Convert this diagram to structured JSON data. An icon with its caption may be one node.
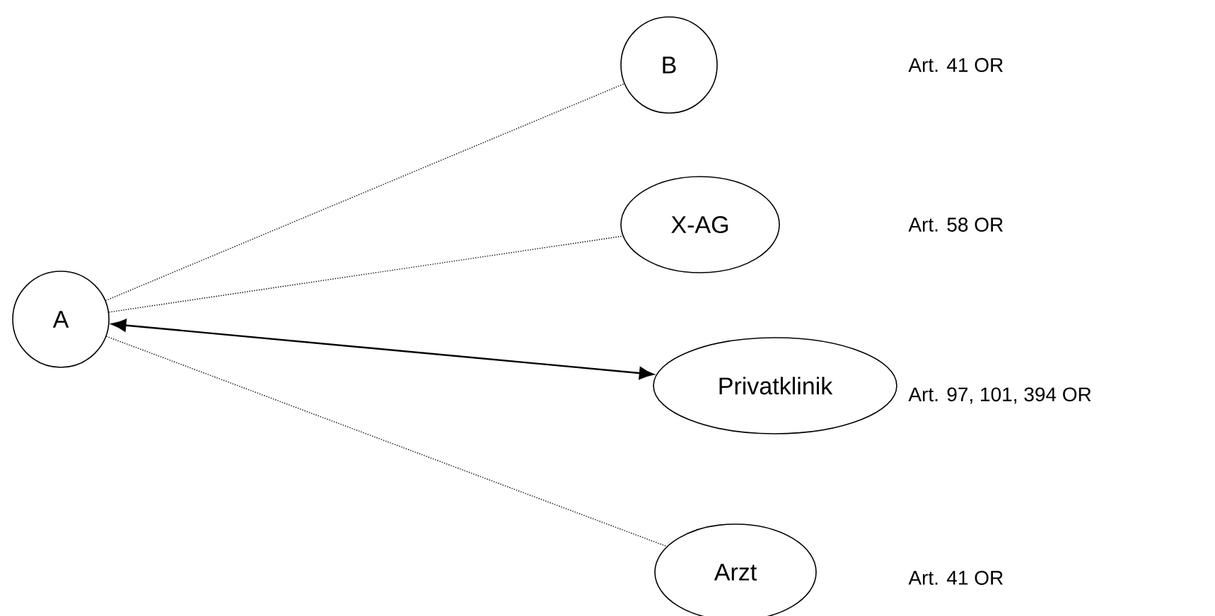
{
  "diagram": {
    "nodes": [
      {
        "text": [
          "A"
        ]
      },
      {
        "text": [
          "B"
        ]
      },
      {
        "text": [
          "X-AG"
        ]
      },
      {
        "text": [
          "Privatklinik"
        ]
      },
      {
        "text": [
          "Arzt"
        ]
      }
    ],
    "edges": [
      {
        "from": 0,
        "to": 1,
        "arrow": "none",
        "style": "dashed"
      },
      {
        "from": 0,
        "to": 2,
        "arrow": "none",
        "style": "dashed"
      },
      {
        "from": 0,
        "to": 3,
        "arrow": "both"
      },
      {
        "from": 0,
        "to": 4,
        "arrow": "none",
        "style": "dashed"
      }
    ],
    "labels": [
      "Art. 41 OR",
      "Art. 58 OR",
      "Art. 97, 101, 394 OR",
      "Art. 41 OR"
    ]
  }
}
